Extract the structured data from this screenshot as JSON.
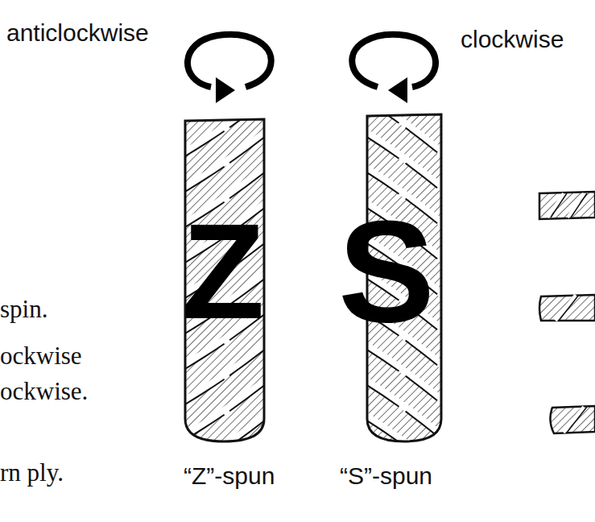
{
  "diagram": {
    "labels": [
      "anticlockwise",
      "clockwise",
      "Z",
      "S",
      "spin.",
      "ockwise",
      "ockwise.",
      "rn ply.",
      "“Z”-spun",
      "“S”-spun"
    ]
  }
}
